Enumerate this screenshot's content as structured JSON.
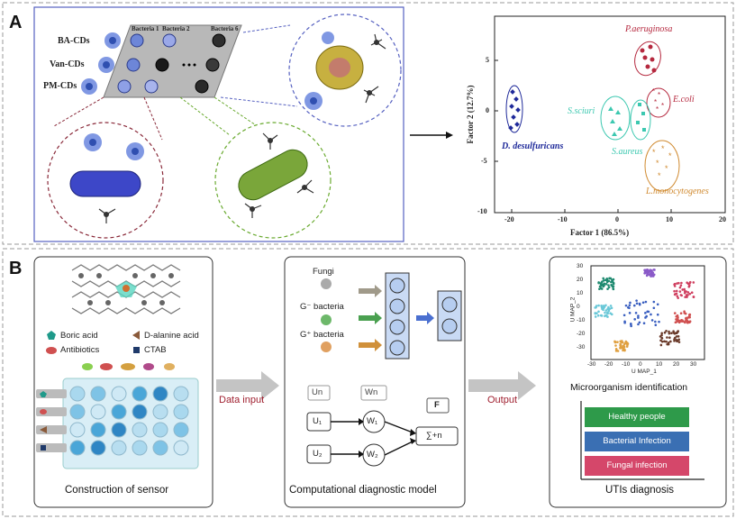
{
  "panelA": {
    "letter": "A",
    "cd_labels": [
      "BA-CDs",
      "Van-CDs",
      "PM-CDs"
    ],
    "bacteria_labels": [
      "Bacteria 1",
      "Bacteria 2",
      "Bacteria 6"
    ],
    "scatter": {
      "xlabel": "Factor 1 (86.5%)",
      "ylabel": "Factor 2 (12.7%)",
      "xticks": [
        "-20",
        "-10",
        "0",
        "10",
        "20"
      ],
      "yticks": [
        "5",
        "0",
        "-5",
        "-10"
      ],
      "species": [
        {
          "name": "P.aeruginosa",
          "color": "#b5283e"
        },
        {
          "name": "E.coli",
          "color": "#b5283e"
        },
        {
          "name": "S.sciuri",
          "color": "#3cc8b0"
        },
        {
          "name": "S.aureus",
          "color": "#3cc8b0"
        },
        {
          "name": "L.monocytogenes",
          "color": "#d08a30"
        },
        {
          "name": "D. desulfuricans",
          "color": "#1f2a9a"
        }
      ]
    }
  },
  "panelB": {
    "letter": "B",
    "sensor": {
      "legend": [
        "Boric acid",
        "D-alanine acid",
        "Antibiotics",
        "CTAB"
      ],
      "caption": "Construction of sensor"
    },
    "arrow_left": "Data input",
    "arrow_right": "Output",
    "model": {
      "inputs": [
        "Fungi",
        "G⁻ bacteria",
        "G⁺ bacteria"
      ],
      "un": "Un",
      "wn": "Wn",
      "f": "F",
      "u1": "U₁",
      "u2": "U₂",
      "w1": "W₁",
      "w2": "W₂",
      "sum": "∑+n",
      "caption": "Computational diagnostic model"
    },
    "diagnosis": {
      "umap_y": "U MAP_2",
      "umap_x": "U MAP_1",
      "x_ticks": [
        "-30",
        "-20",
        "-10",
        "0",
        "10",
        "20",
        "30"
      ],
      "y_ticks": [
        "30",
        "20",
        "10",
        "0",
        "-10",
        "-20",
        "-30"
      ],
      "identification": "Microorganism identification",
      "bars": [
        {
          "label": "Healthy people",
          "color": "#2e9a4a"
        },
        {
          "label": "Bacterial Infection",
          "color": "#3a6fb3"
        },
        {
          "label": "Fungal infection",
          "color": "#d5476a"
        }
      ],
      "caption": "UTIs diagnosis"
    }
  }
}
